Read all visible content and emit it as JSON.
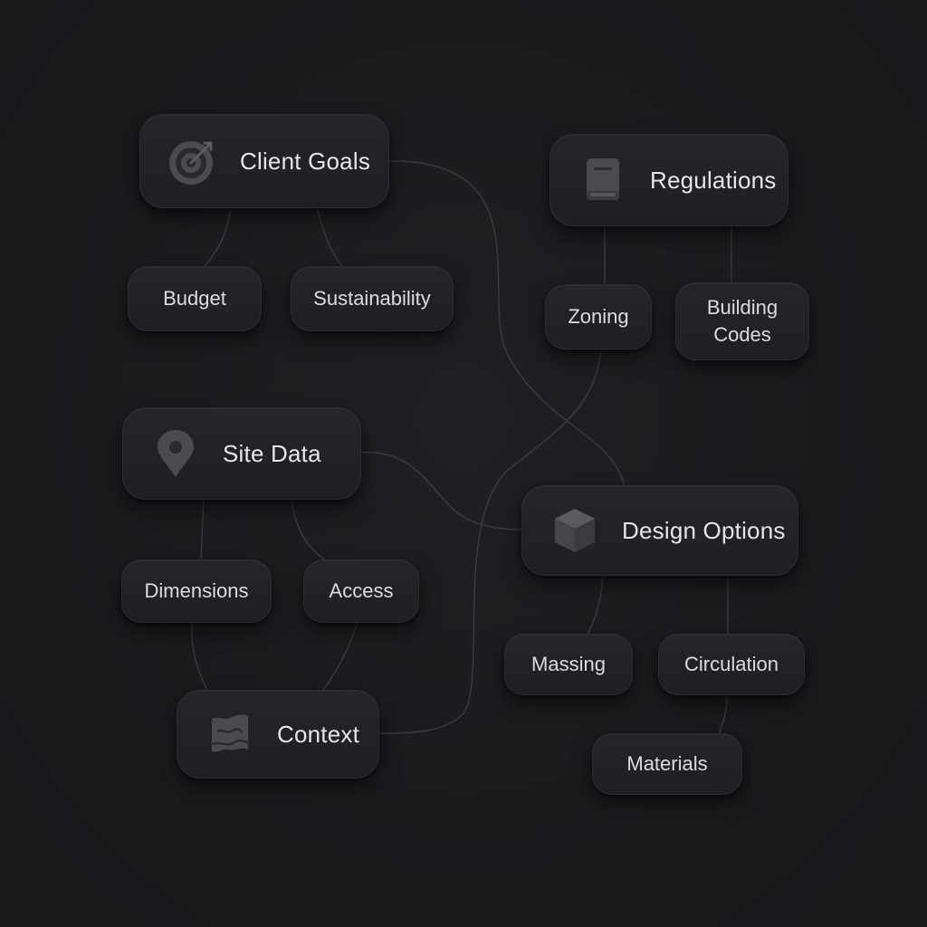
{
  "colors": {
    "background": "#1b1b1e",
    "node_fill": "#232327",
    "connector": "#3a3a3f",
    "icon": "#5a5a60",
    "text": "#e6e6e8"
  },
  "nodes": {
    "client_goals": {
      "label": "Client Goals",
      "icon": "target-icon"
    },
    "budget": {
      "label": "Budget"
    },
    "sustainability": {
      "label": "Sustainability"
    },
    "regulations": {
      "label": "Regulations",
      "icon": "book-icon"
    },
    "zoning": {
      "label": "Zoning"
    },
    "building_codes": {
      "label": "Building Codes"
    },
    "site_data": {
      "label": "Site Data",
      "icon": "map-pin-icon"
    },
    "dimensions": {
      "label": "Dimensions"
    },
    "access": {
      "label": "Access"
    },
    "context": {
      "label": "Context",
      "icon": "map-icon"
    },
    "design_options": {
      "label": "Design Options",
      "icon": "cube-icon"
    },
    "massing": {
      "label": "Massing"
    },
    "circulation": {
      "label": "Circulation"
    },
    "materials": {
      "label": "Materials"
    }
  }
}
